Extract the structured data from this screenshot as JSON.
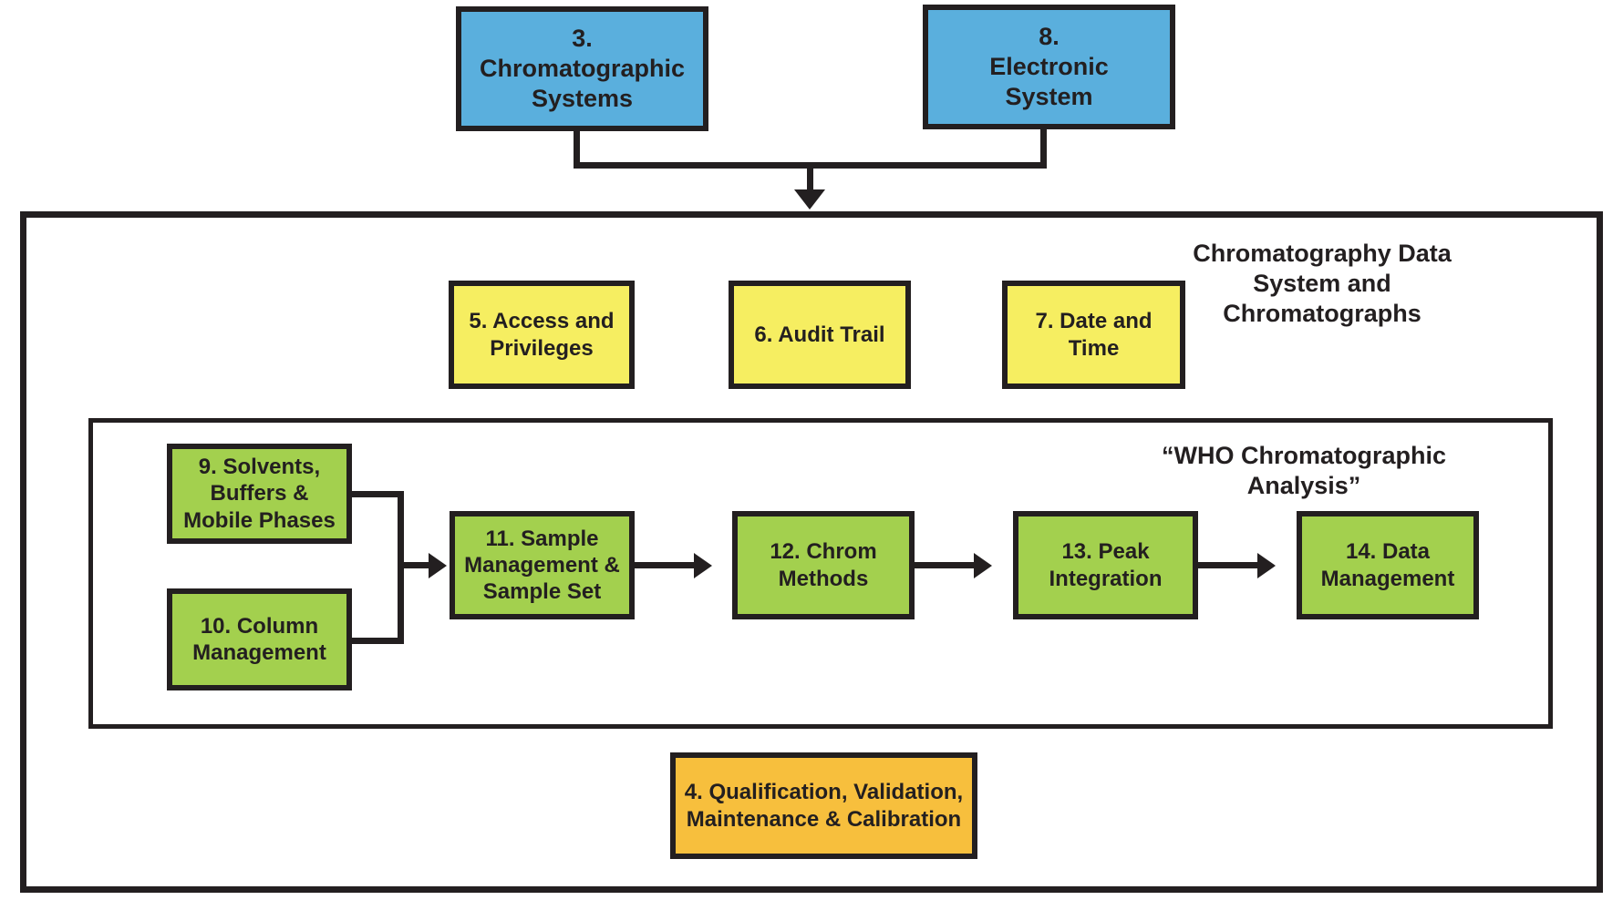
{
  "diagram": {
    "title_right": "Chromatography Data System and Chromatographs",
    "inner_title": "“WHO Chromatographic Analysis”",
    "colors": {
      "blue": "#5aafdd",
      "yellow": "#f6ee61",
      "green": "#a3d04e",
      "orange": "#f7bf3d",
      "stroke": "#231f20",
      "background": "#ffffff"
    },
    "top_boxes": [
      {
        "id": "3",
        "label": "3.\nChromatographic\nSystems",
        "color": "blue"
      },
      {
        "id": "8",
        "label": "8.\nElectronic\nSystem",
        "color": "blue"
      }
    ],
    "mid_boxes": [
      {
        "id": "5",
        "label": "5. Access and Privileges",
        "color": "yellow"
      },
      {
        "id": "6",
        "label": "6. Audit Trail",
        "color": "yellow"
      },
      {
        "id": "7",
        "label": "7. Date and Time",
        "color": "yellow"
      }
    ],
    "input_boxes": [
      {
        "id": "9",
        "label": "9. Solvents, Buffers & Mobile Phases",
        "color": "green"
      },
      {
        "id": "10",
        "label": "10. Column Management",
        "color": "green"
      }
    ],
    "flow_boxes": [
      {
        "id": "11",
        "label": "11. Sample Management & Sample Set",
        "color": "green"
      },
      {
        "id": "12",
        "label": "12. Chrom Methods",
        "color": "green"
      },
      {
        "id": "13",
        "label": "13. Peak Integration",
        "color": "green"
      },
      {
        "id": "14",
        "label": "14. Data Management",
        "color": "green"
      }
    ],
    "bottom_box": {
      "id": "4",
      "label": "4. Qualification, Validation, Maintenance & Calibration",
      "color": "orange"
    }
  }
}
